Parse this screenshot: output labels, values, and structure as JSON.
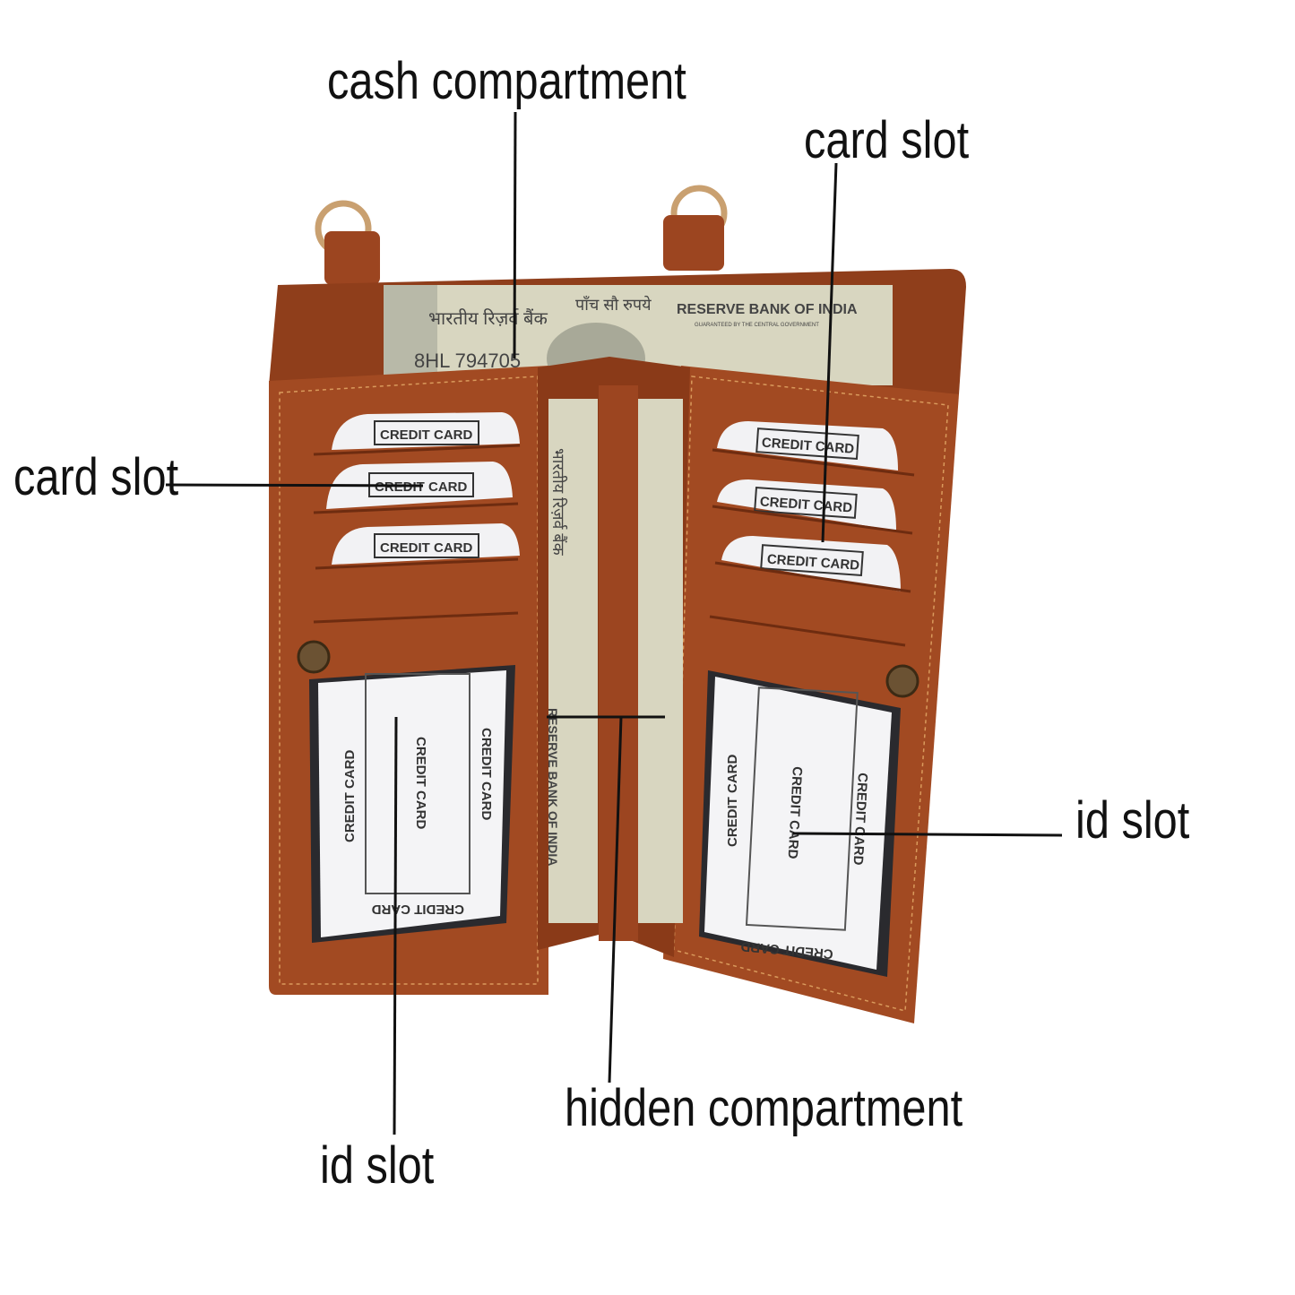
{
  "labels": {
    "cash": "cash compartment",
    "card_slot_right": "card slot",
    "card_slot_left": "card slot",
    "id_slot_right": "id slot",
    "hidden": "hidden compartment",
    "id_slot_bottom": "id slot"
  },
  "card_text": "CREDIT CARD",
  "banknote": {
    "hindi_bank": "भारतीय रिज़र्व बैंक",
    "hindi_value": "पाँच सौ रुपये",
    "english_bank": "RESERVE BANK OF INDIA",
    "guarantee": "GUARANTEED BY THE CENTRAL GOVERNMENT",
    "serial": "8HL 794705"
  },
  "colors": {
    "leather": "#a24a22",
    "leather_dark": "#7e3416",
    "stitch": "#d99a5c",
    "note": "#d8d6c0",
    "line": "#111111"
  }
}
